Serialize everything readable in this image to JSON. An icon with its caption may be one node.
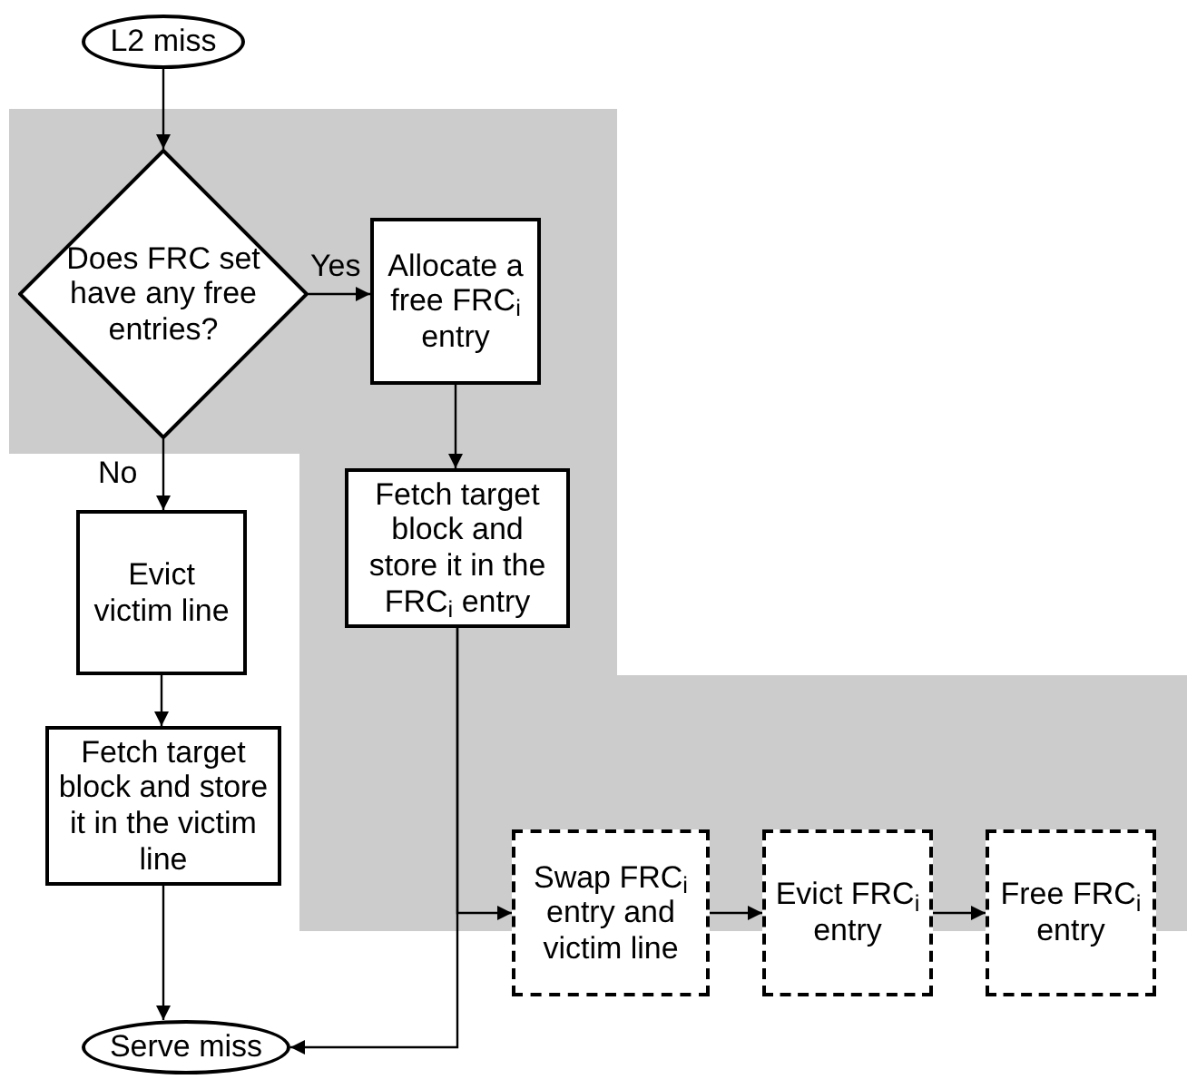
{
  "diagram": {
    "nodes": [
      {
        "text": [
          "L2 miss"
        ]
      },
      {
        "text": [
          "Does FRC set have any free entries?"
        ]
      },
      {
        "text": [
          "Allocate a free FRC$_{i}$ entry"
        ]
      },
      {
        "text": [
          "Evict victim line"
        ]
      },
      {
        "text": [
          "Fetch target block and store it in the FRC$_{i}$ entry"
        ]
      },
      {
        "text": [
          "Fetch target block and store it in the victim line"
        ]
      },
      {
        "text": [
          "Serve miss"
        ]
      },
      {
        "text": [
          "Swap FRC$_{i}$ entry and victim line"
        ]
      },
      {
        "text": [
          "Evict FRC$_{i}$ entry"
        ]
      },
      {
        "text": [
          "Free FRC$_{i}$ entry"
        ]
      }
    ],
    "edges": [
      {
        "from": 0,
        "to": 1,
        "arrow": "to"
      },
      {
        "from": 1,
        "to": 2,
        "arrow": "to",
        "label": "Yes"
      },
      {
        "from": 1,
        "to": 3,
        "arrow": "to",
        "label": "No"
      },
      {
        "from": 2,
        "to": 4,
        "arrow": "to"
      },
      {
        "from": 3,
        "to": 5,
        "arrow": "to"
      },
      {
        "from": 5,
        "to": 6,
        "arrow": "to"
      },
      {
        "from": 4,
        "to": 6,
        "arrow": "to"
      },
      {
        "from": 4,
        "to": 7,
        "arrow": "to"
      },
      {
        "from": 7,
        "to": 8,
        "arrow": "to"
      },
      {
        "from": 8,
        "to": 9,
        "arrow": "to"
      }
    ]
  }
}
